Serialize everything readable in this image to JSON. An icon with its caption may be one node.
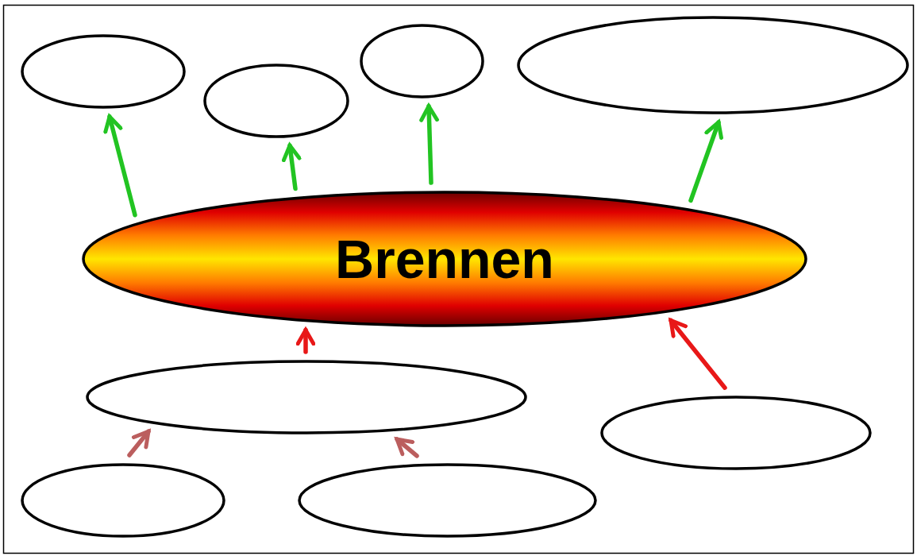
{
  "diagram": {
    "nodes": [
      {
        "text": [],
        "shape": "ellipse"
      },
      {
        "text": [],
        "shape": "ellipse"
      },
      {
        "text": [],
        "shape": "ellipse"
      },
      {
        "text": [],
        "shape": "ellipse"
      },
      {
        "text": [
          "Brennen"
        ]
      },
      {
        "text": [],
        "shape": "ellipse"
      },
      {
        "text": [],
        "shape": "ellipse"
      },
      {
        "text": [],
        "shape": "ellipse"
      },
      {
        "text": [],
        "shape": "ellipse"
      }
    ],
    "edges": [
      {
        "from": 4,
        "to": 0,
        "arrow": "to"
      },
      {
        "from": 4,
        "to": 1,
        "arrow": "to"
      },
      {
        "from": 4,
        "to": 2,
        "arrow": "to"
      },
      {
        "from": 4,
        "to": 3,
        "arrow": "to"
      },
      {
        "from": 5,
        "to": 4,
        "arrow": "to",
        "color": "#e81818"
      },
      {
        "from": 6,
        "to": 4,
        "arrow": "to",
        "color": "#e81818"
      },
      {
        "from": 7,
        "to": 5,
        "arrow": "to",
        "color": "#bb5e5e"
      },
      {
        "from": 8,
        "to": 5,
        "arrow": "to",
        "color": "#bb5e5e"
      }
    ]
  }
}
